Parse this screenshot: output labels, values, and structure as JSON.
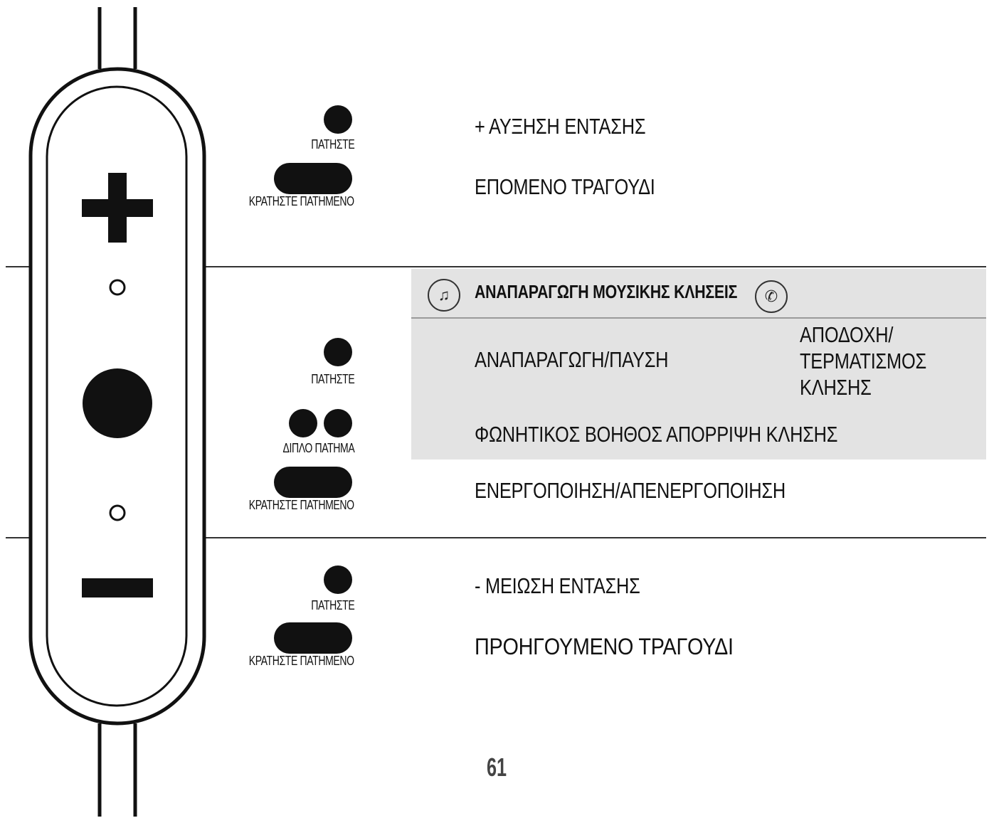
{
  "controls": {
    "press_label": "ΠΑΤΗΣΤΕ",
    "hold_label": "ΚΡΑΤΗΣΤΕ ΠΑΤΗΜΕΝΟ",
    "double_label": "ΔΙΠΛΟ ΠΑΤΗΜΑ"
  },
  "plus_section": {
    "press_action": "+ ΑΥΞΗΣΗ ΕΝΤΑΣΗΣ",
    "hold_action": "ΕΠΟΜΕΝΟ ΤΡΑΓΟΥΔΙ"
  },
  "center_section": {
    "header_music": "ΑΝΑΠΑΡΑΓΩΓΗ ΜΟΥΣΙΚΗΣ ΚΛΗΣΕΙΣ",
    "music_icon": "music-note-icon",
    "phone_icon": "phone-icon",
    "press_music": "ΑΝΑΠΑΡΑΓΩΓΗ/ΠΑΥΣΗ",
    "press_call_line1": "ΑΠΟΔΟΧΗ/",
    "press_call_line2": "ΤΕΡΜΑΤΙΣΜΟΣ",
    "press_call_line3": "ΚΛΗΣΗΣ",
    "double_action": "ΦΩΝΗΤΙΚΟΣ ΒΟΗΘΟΣ ΑΠΟΡΡΙΨΗ ΚΛΗΣΗΣ",
    "hold_action": "ΕΝΕΡΓΟΠΟΙΗΣΗ/ΑΠΕΝΕΡΓΟΠΟΙΗΣΗ"
  },
  "minus_section": {
    "press_action": "- ΜΕΙΩΣΗ ΕΝΤΑΣΗΣ",
    "hold_action": "ΠΡΟΗΓΟΥΜΕΝΟ ΤΡΑΓΟΥΔΙ"
  },
  "page_number": "61",
  "colors": {
    "panel": "#e3e3e3",
    "ink": "#111111"
  }
}
